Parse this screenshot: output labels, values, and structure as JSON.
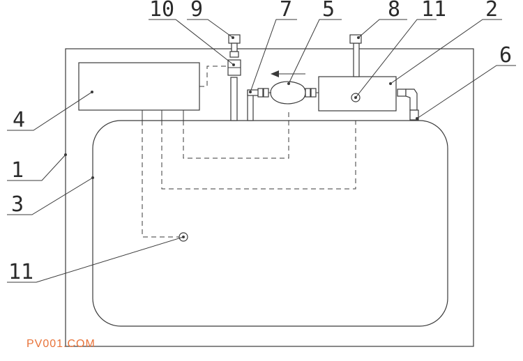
{
  "labels": {
    "l1": "1",
    "l2": "2",
    "l3": "3",
    "l4": "4",
    "l5": "5",
    "l6": "6",
    "l7": "7",
    "l8": "8",
    "l9": "9",
    "l10": "10",
    "l11_top": "11",
    "l11_bottom": "11"
  },
  "watermark": {
    "text": "PV001.COM",
    "color": "#e8733a"
  },
  "colors": {
    "line": "#3a3a3a",
    "background": "#ffffff"
  }
}
